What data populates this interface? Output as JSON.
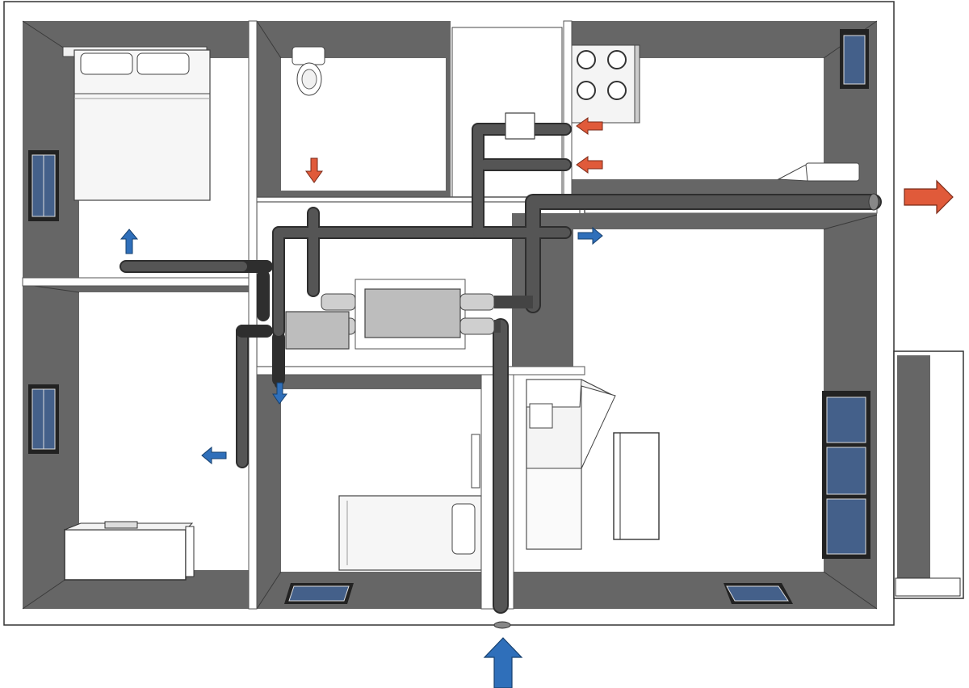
{
  "diagram": {
    "kind": "ventilation-floor-plan",
    "colors": {
      "wall": "#666666",
      "wall_top": "#ffffff",
      "outline": "#333333",
      "floor": "#ffffff",
      "duct": "#4d4d4d",
      "duct_edge": "#2e2e2e",
      "unit": "#bdbdbd",
      "fresh_air_arrow": "#2f6fba",
      "exhaust_air_arrow": "#e05a3a",
      "window_glass": "#3d5a80"
    },
    "rooms": [
      {
        "id": "bedroom",
        "contains": [
          "double-bed",
          "wall-window"
        ]
      },
      {
        "id": "bathroom",
        "contains": [
          "toilet"
        ]
      },
      {
        "id": "kitchen",
        "contains": [
          "cooktop",
          "range-hood",
          "wall-window"
        ]
      },
      {
        "id": "utility-room",
        "contains": [
          "heat-recovery-ventilation-unit",
          "filter-box"
        ]
      },
      {
        "id": "study",
        "contains": [
          "desk",
          "wall-window"
        ]
      },
      {
        "id": "children-room",
        "contains": [
          "single-bed",
          "skylight"
        ]
      },
      {
        "id": "living-room",
        "contains": [
          "corner-sofa",
          "cabinet",
          "triple-window",
          "skylight"
        ]
      },
      {
        "id": "balcony",
        "contains": []
      }
    ],
    "airflows": [
      {
        "type": "fresh-air-supply",
        "room": "bedroom",
        "direction": "up"
      },
      {
        "type": "fresh-air-supply",
        "room": "study",
        "direction": "left"
      },
      {
        "type": "fresh-air-supply",
        "room": "children-room",
        "direction": "down"
      },
      {
        "type": "fresh-air-supply",
        "room": "living-room",
        "direction": "right"
      },
      {
        "type": "outdoor-air-intake",
        "room": "outside",
        "direction": "up"
      },
      {
        "type": "extract-air",
        "room": "bathroom",
        "direction": "down"
      },
      {
        "type": "extract-air",
        "room": "kitchen",
        "direction": "left",
        "count": 2
      },
      {
        "type": "exhaust-to-outside",
        "room": "outside",
        "direction": "right"
      }
    ]
  }
}
